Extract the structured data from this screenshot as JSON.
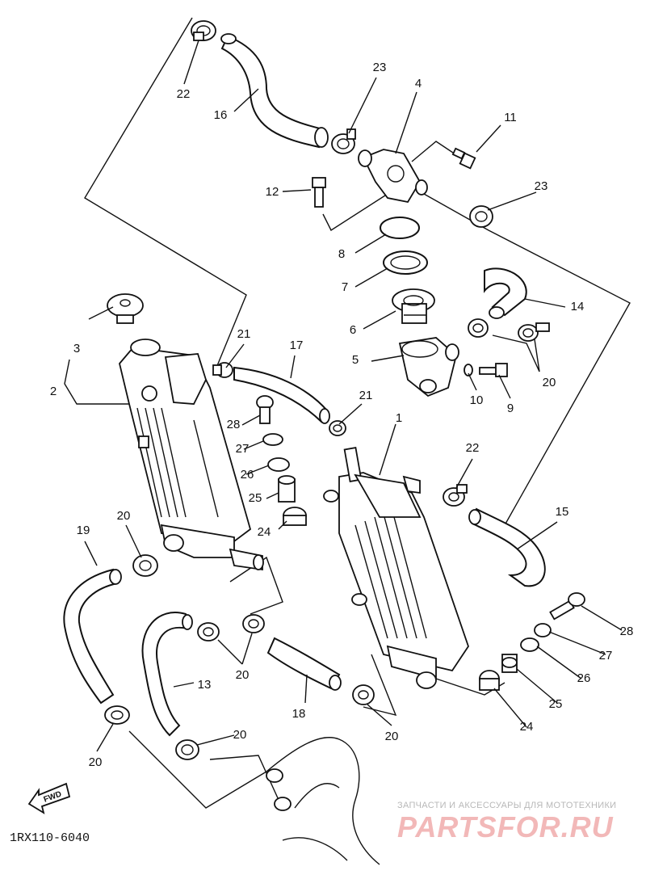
{
  "diagram_code": "1RX110-6040",
  "forward_label": "FWD",
  "watermark": {
    "tagline": "ЗАПЧАСТИ И АКСЕССУАРЫ ДЛЯ МОТОТЕХНИКИ",
    "brand": "PARTSFOR.RU"
  },
  "callouts": [
    {
      "id": "c1",
      "text": "1"
    },
    {
      "id": "c2",
      "text": "2"
    },
    {
      "id": "c3",
      "text": "3"
    },
    {
      "id": "c4",
      "text": "4"
    },
    {
      "id": "c5",
      "text": "5"
    },
    {
      "id": "c6",
      "text": "6"
    },
    {
      "id": "c7",
      "text": "7"
    },
    {
      "id": "c8",
      "text": "8"
    },
    {
      "id": "c9",
      "text": "9"
    },
    {
      "id": "c10",
      "text": "10"
    },
    {
      "id": "c11",
      "text": "11"
    },
    {
      "id": "c12",
      "text": "12"
    },
    {
      "id": "c13",
      "text": "13"
    },
    {
      "id": "c14",
      "text": "14"
    },
    {
      "id": "c15",
      "text": "15"
    },
    {
      "id": "c16",
      "text": "16"
    },
    {
      "id": "c17",
      "text": "17"
    },
    {
      "id": "c18",
      "text": "18"
    },
    {
      "id": "c19",
      "text": "19"
    },
    {
      "id": "c20a",
      "text": "20"
    },
    {
      "id": "c20b",
      "text": "20"
    },
    {
      "id": "c20c",
      "text": "20"
    },
    {
      "id": "c20d",
      "text": "20"
    },
    {
      "id": "c20e",
      "text": "20"
    },
    {
      "id": "c20f",
      "text": "20"
    },
    {
      "id": "c21a",
      "text": "21"
    },
    {
      "id": "c21b",
      "text": "21"
    },
    {
      "id": "c22a",
      "text": "22"
    },
    {
      "id": "c22b",
      "text": "22"
    },
    {
      "id": "c23a",
      "text": "23"
    },
    {
      "id": "c23b",
      "text": "23"
    },
    {
      "id": "c24a",
      "text": "24"
    },
    {
      "id": "c24b",
      "text": "24"
    },
    {
      "id": "c25a",
      "text": "25"
    },
    {
      "id": "c25b",
      "text": "25"
    },
    {
      "id": "c26a",
      "text": "26"
    },
    {
      "id": "c26b",
      "text": "26"
    },
    {
      "id": "c27a",
      "text": "27"
    },
    {
      "id": "c27b",
      "text": "27"
    },
    {
      "id": "c28a",
      "text": "28"
    },
    {
      "id": "c28b",
      "text": "28"
    }
  ]
}
